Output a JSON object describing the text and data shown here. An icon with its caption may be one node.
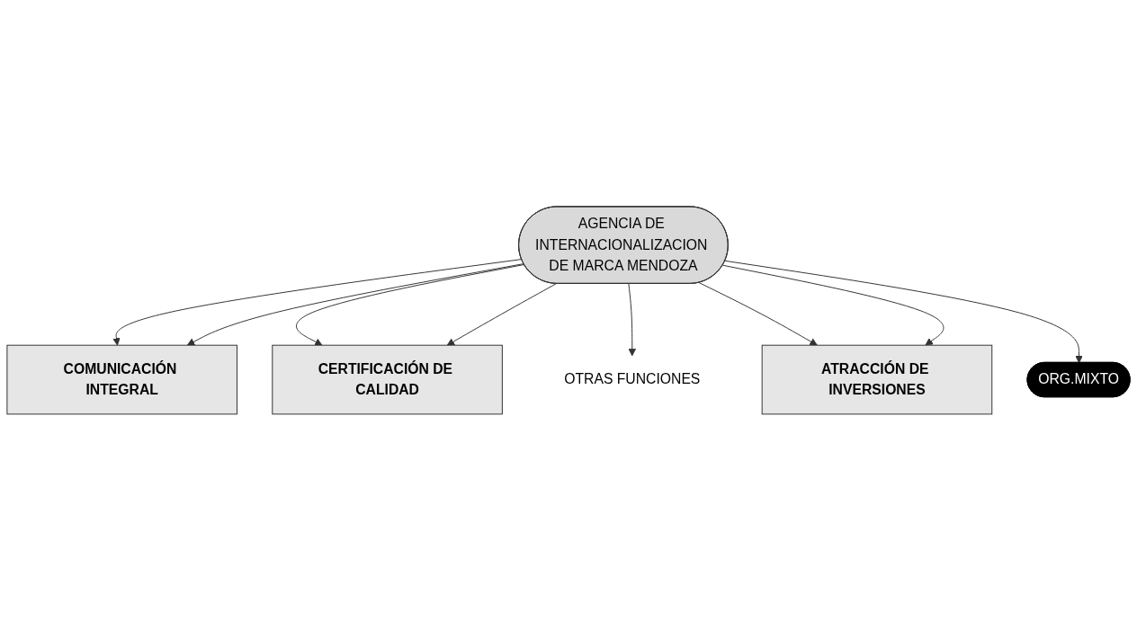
{
  "diagram": {
    "nodes": [
      {
        "text": [
          "AGENCIA DE INTERNACIONALIZACION DE MARCA MENDOZA"
        ]
      },
      {
        "text": [
          "ORG.MIXTO"
        ]
      },
      {
        "text": [
          "COMUNICACIÓN INTEGRAL"
        ]
      },
      {
        "text": [
          "CERTIFICACIÓN DE CALIDAD"
        ]
      },
      {
        "text": [
          "ATRACCIÓN DE INVERSIONES"
        ]
      },
      {
        "text": [
          "OTRAS FUNCIONES"
        ]
      }
    ],
    "edges": [
      {
        "from": 0,
        "to": 2,
        "arrow": "to"
      },
      {
        "from": 0,
        "to": 3,
        "arrow": "to"
      },
      {
        "from": 0,
        "to": 5,
        "arrow": "to"
      },
      {
        "from": 0,
        "to": 4,
        "arrow": "to"
      },
      {
        "from": 0,
        "to": 1,
        "arrow": "to"
      },
      {
        "from": 0,
        "to": 2,
        "arrow": "to"
      },
      {
        "from": 0,
        "to": 3,
        "arrow": "to"
      },
      {
        "from": 0,
        "to": 4,
        "arrow": "to"
      }
    ]
  }
}
